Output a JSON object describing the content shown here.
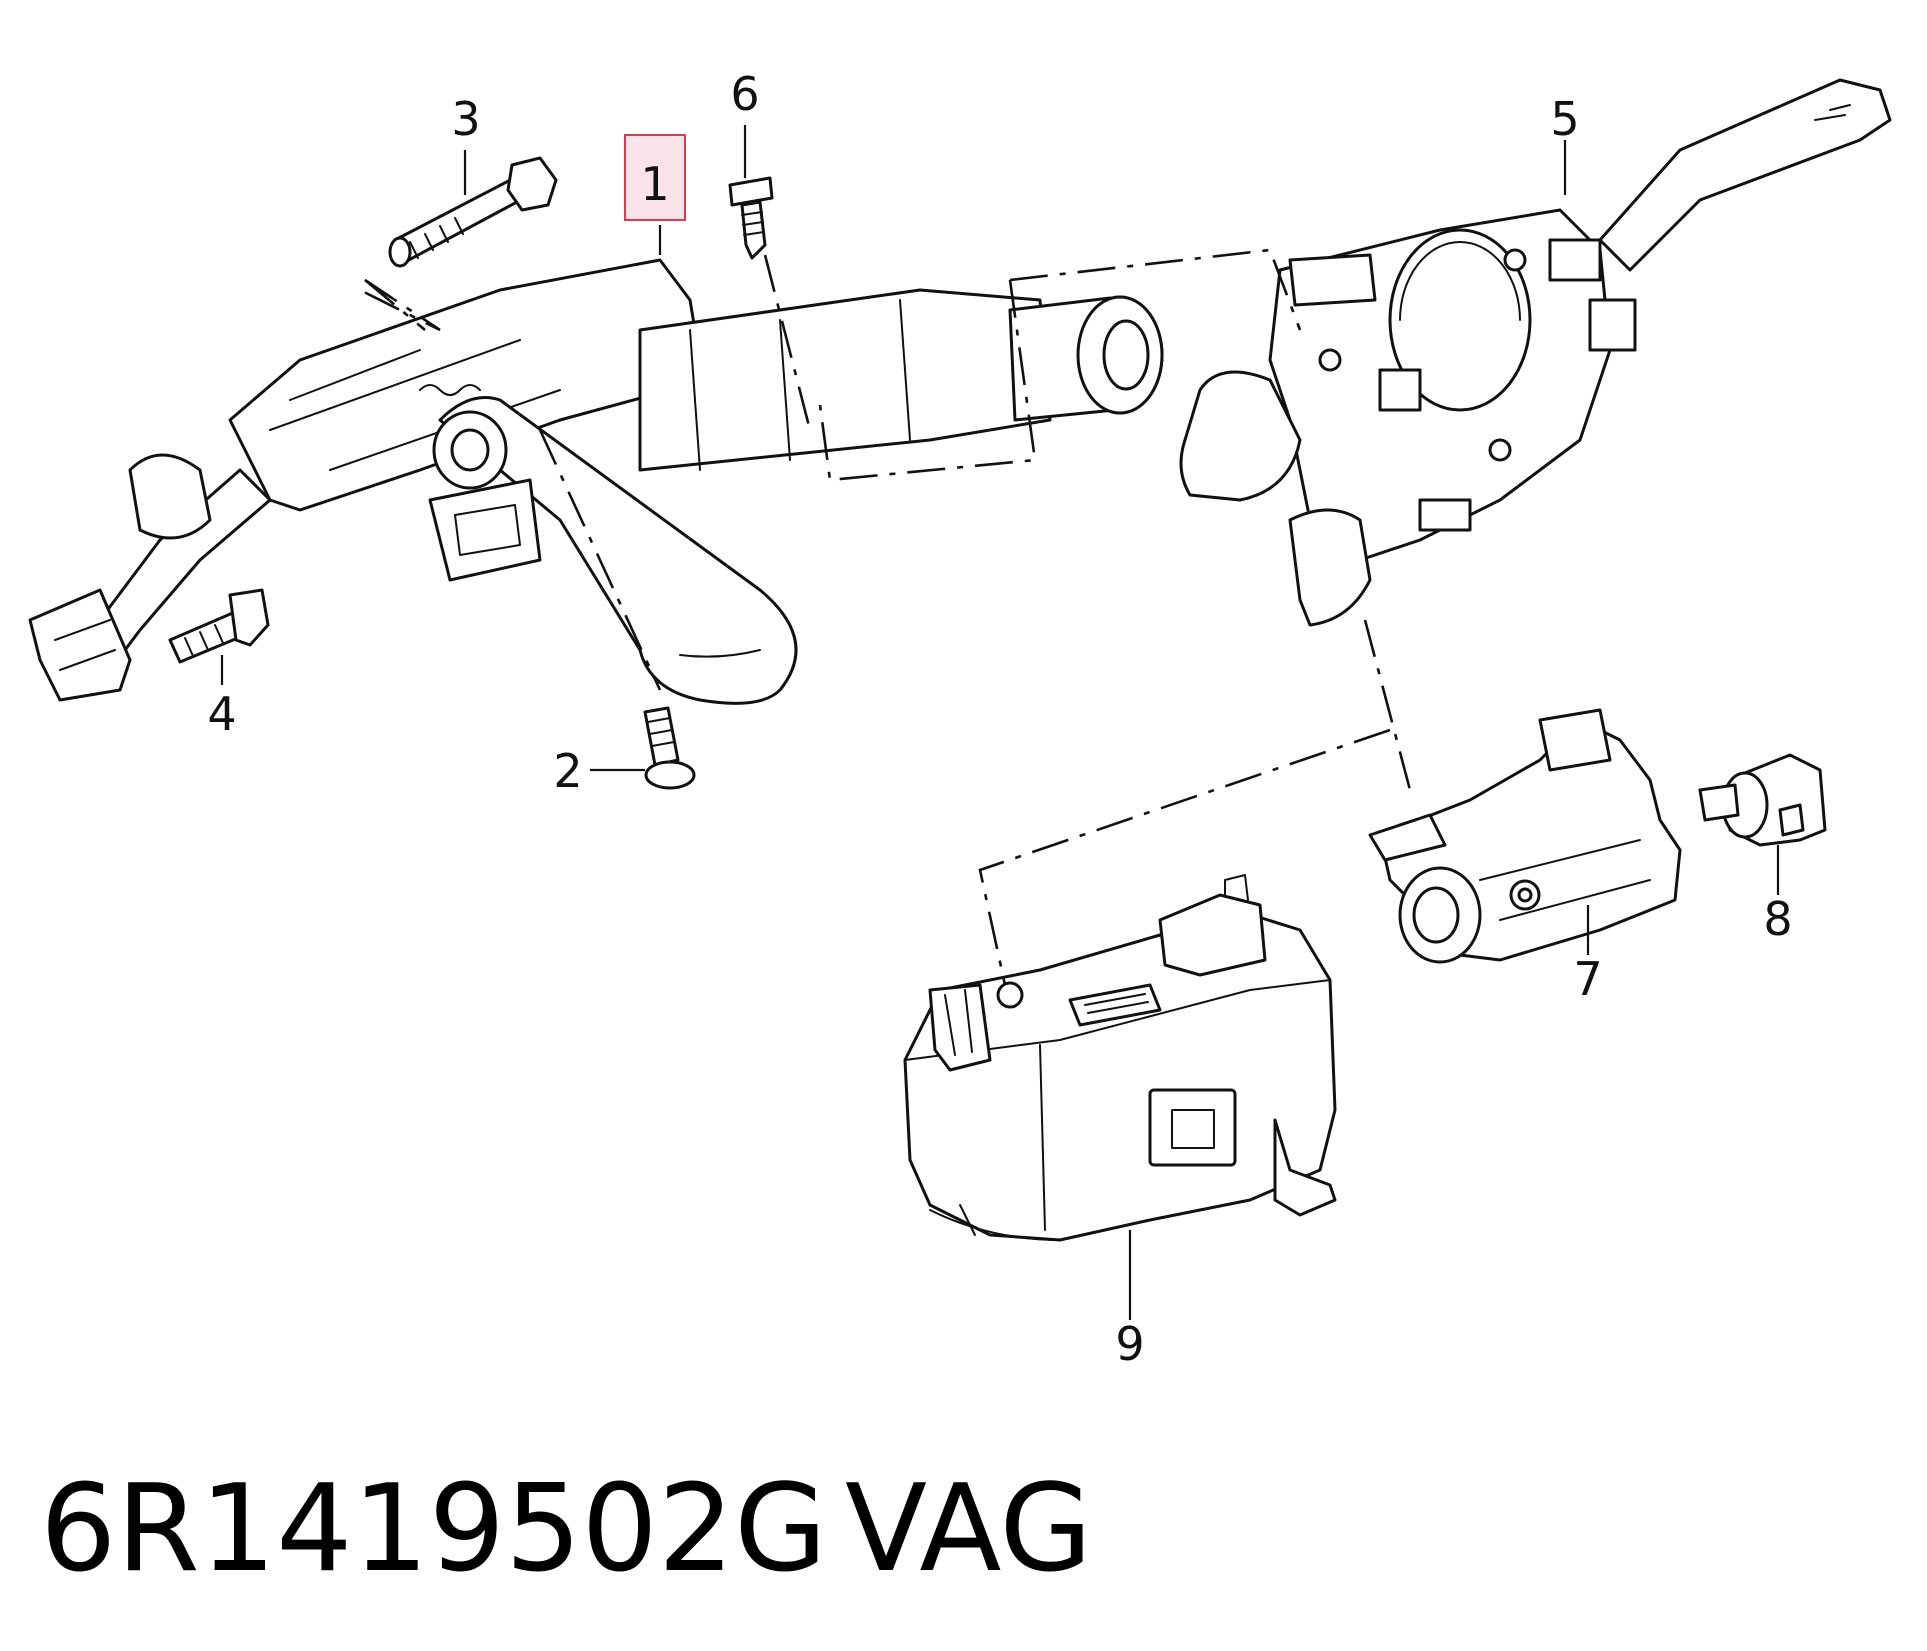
{
  "callouts": {
    "c1": "1",
    "c2": "2",
    "c3": "3",
    "c4": "4",
    "c5": "5",
    "c6": "6",
    "c7": "7",
    "c8": "8",
    "c9": "9"
  },
  "footer": {
    "part_number": "6R1419502G",
    "brand": "VAG"
  },
  "highlight": {
    "callout": "1",
    "stroke_color": "#e0384f",
    "fill_color": "#fbe3ea"
  }
}
